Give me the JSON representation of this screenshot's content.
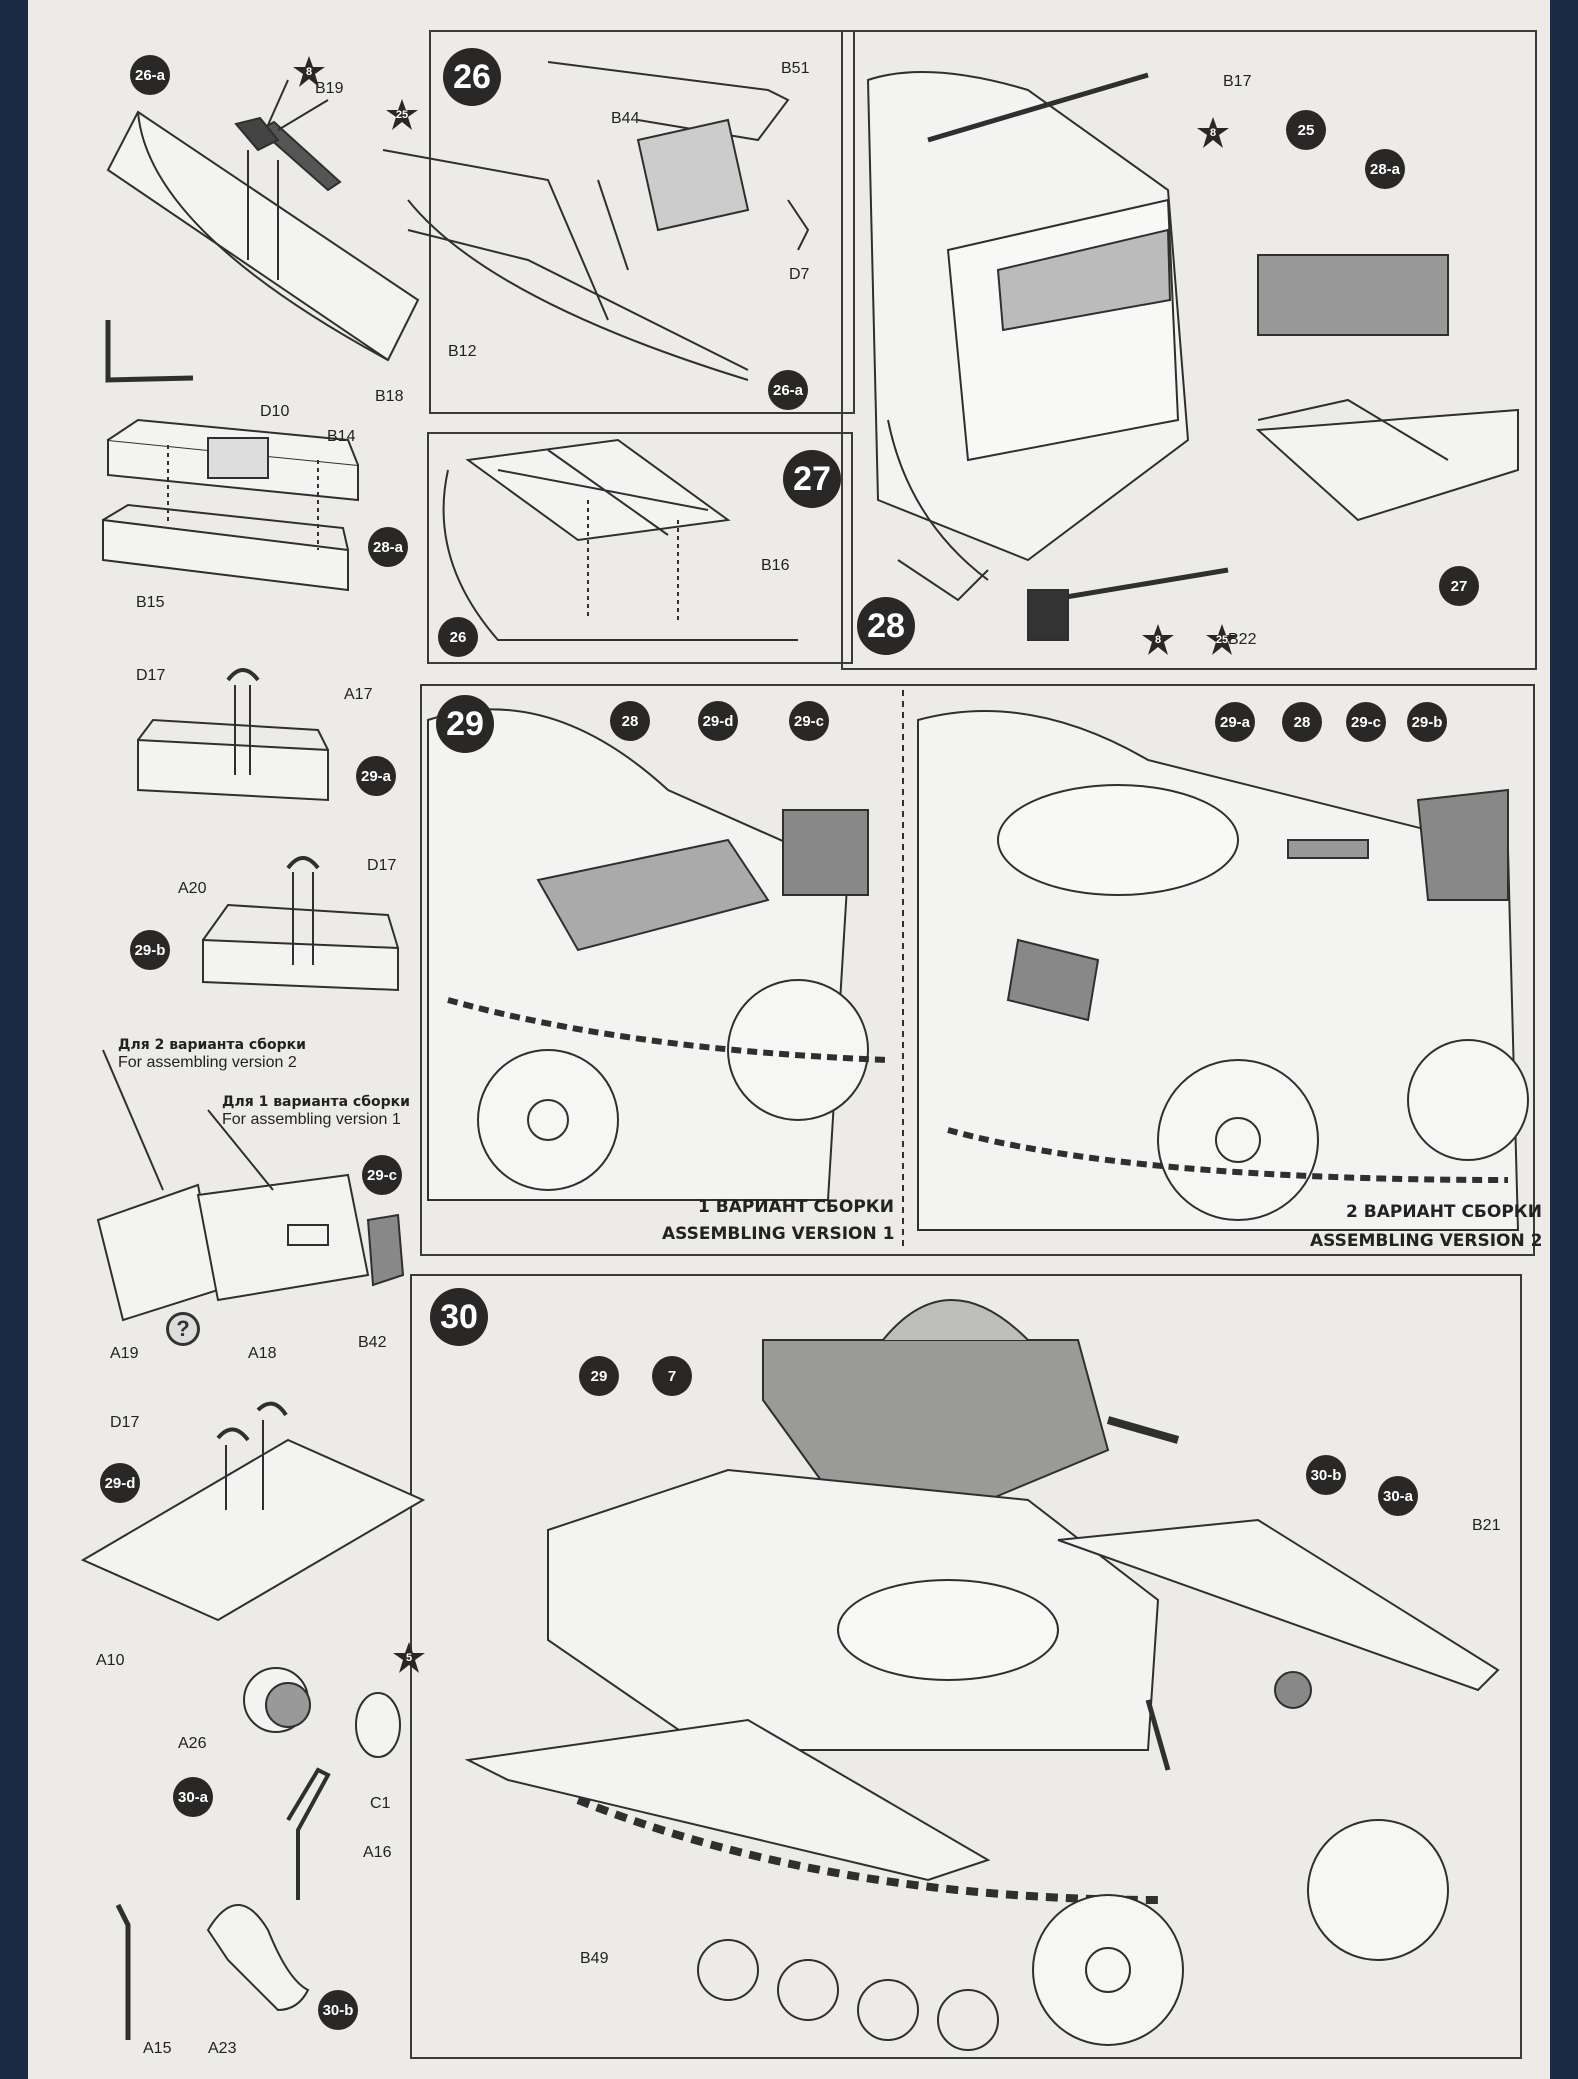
{
  "steps": {
    "s26": "26",
    "s27": "27",
    "s28": "28",
    "s29": "29",
    "s30": "30"
  },
  "subassemblies": {
    "a26": "26-a",
    "a28": "28-a",
    "a29a": "29-a",
    "a29b": "29-b",
    "a29c": "29-c",
    "a29d": "29-d",
    "a30a": "30-a",
    "a30b": "30-b"
  },
  "refs": {
    "r25": "25",
    "r26": "26",
    "r27": "27",
    "r28": "28",
    "r29": "29",
    "r7": "7",
    "r28a": "28-a",
    "r26a": "26-a",
    "r29d": "29-d",
    "r29c": "29-c",
    "r29a": "29-a",
    "r29b": "29-b",
    "r30b": "30-b",
    "r30a": "30-a"
  },
  "paints": {
    "p8": "8",
    "p25": "25",
    "p5": "5"
  },
  "parts": {
    "B19": "B19",
    "B18": "B18",
    "D10": "D10",
    "B14": "B14",
    "B15": "B15",
    "B51": "B51",
    "B44": "B44",
    "D7": "D7",
    "B12": "B12",
    "B16": "B16",
    "B17": "B17",
    "B22": "B22",
    "D17": "D17",
    "A17": "A17",
    "A20": "A20",
    "A19": "A19",
    "A18": "A18",
    "B42": "B42",
    "A10": "A10",
    "A26": "A26",
    "C1": "C1",
    "A16": "A16",
    "A15": "A15",
    "A23": "A23",
    "B21": "B21",
    "B49": "B49"
  },
  "notes": {
    "v2_ru": "Для 2 варианта сборки",
    "v2_en": "For assembling version 2",
    "v1_ru": "Для 1 варианта сборки",
    "v1_en": "For assembling version 1",
    "question": "?"
  },
  "captions": {
    "v1_ru": "1 ВАРИАНТ СБОРКИ",
    "v1_en": "ASSEMBLING VERSION 1",
    "v2_ru": "2 ВАРИАНТ СБОРКИ",
    "v2_en": "ASSEMBLING VERSION 2"
  },
  "colors": {
    "page": "#ecebe8",
    "background": "#1b2b44",
    "ink": "#2a2826",
    "highlight": "#9a9a98"
  }
}
